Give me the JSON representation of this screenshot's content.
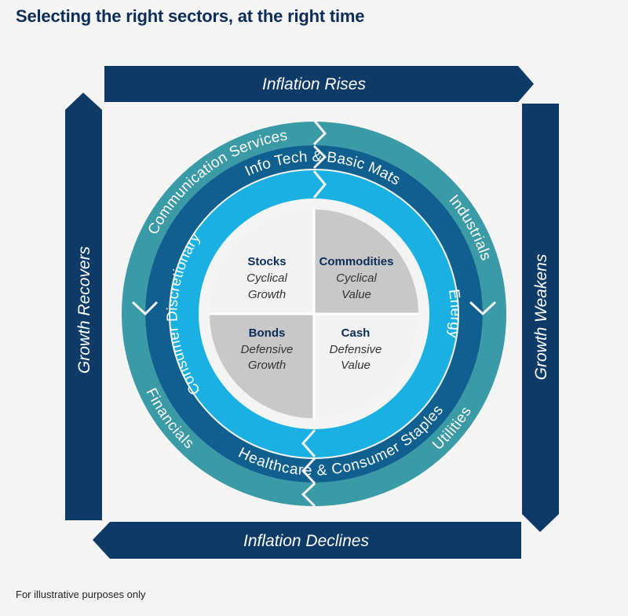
{
  "header": {
    "title": "Selecting the right sectors, at the right time"
  },
  "footer": {
    "note": "For illustrative purposes only"
  },
  "arrows": {
    "top": "Inflation Rises",
    "right": "Growth Weakens",
    "bottom": "Inflation Declines",
    "left": "Growth Recovers"
  },
  "outer_ring": [
    "Communication Services",
    "Industrials",
    "Utilities",
    "Financials"
  ],
  "middle_ring": [
    "Info Tech & Basic Mats",
    "Healthcare & Consumer Staples"
  ],
  "inner_ring": [
    "Consumer Discretionary",
    "Energy"
  ],
  "quadrants": [
    {
      "asset": "Stocks",
      "line1": "Cyclical",
      "line2": "Growth"
    },
    {
      "asset": "Commodities",
      "line1": "Cyclical",
      "line2": "Value"
    },
    {
      "asset": "Bonds",
      "line1": "Defensive",
      "line2": "Growth"
    },
    {
      "asset": "Cash",
      "line1": "Defensive",
      "line2": "Value"
    }
  ],
  "colors": {
    "navy": "#0d3a66",
    "outer_teal": "#3a9aa5",
    "middle_blue": "#0f5f8f",
    "inner_cyan": "#1ab0e2",
    "quad_light": "#f2f2f2",
    "quad_gray": "#c8c8c8",
    "title": "#0b2d57"
  }
}
